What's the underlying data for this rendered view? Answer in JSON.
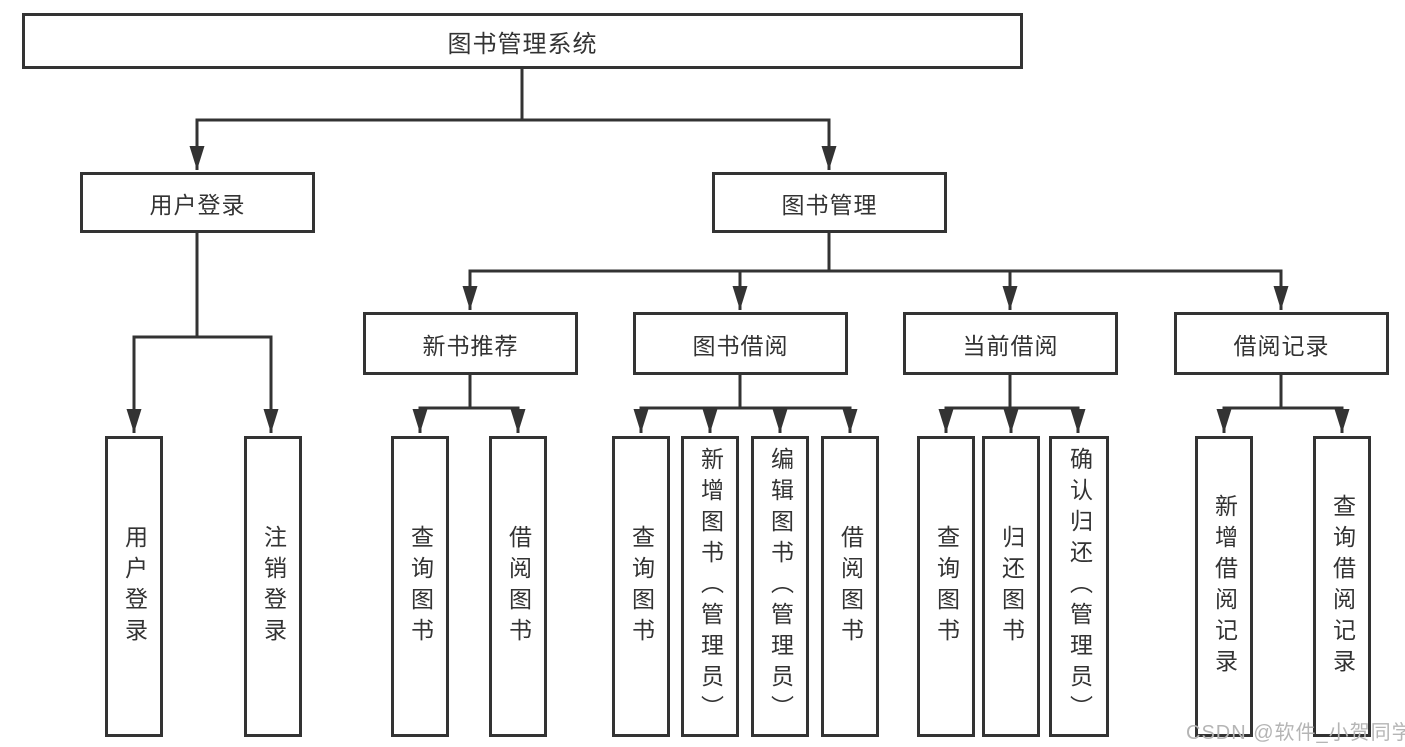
{
  "diagram": {
    "watermark": "CSDN @软件_小贺同学",
    "colors": {
      "line": "#333333",
      "text": "#333333",
      "watermark": "#b5b5b5",
      "background": "#ffffff"
    },
    "tree": {
      "label": "图书管理系统",
      "children": [
        {
          "label": "用户登录",
          "children": [
            {
              "label": "用户登录"
            },
            {
              "label": "注销登录"
            }
          ]
        },
        {
          "label": "图书管理",
          "children": [
            {
              "label": "新书推荐",
              "children": [
                {
                  "label": "查询图书"
                },
                {
                  "label": "借阅图书"
                }
              ]
            },
            {
              "label": "图书借阅",
              "children": [
                {
                  "label": "查询图书"
                },
                {
                  "label": "新增图书（管理员）"
                },
                {
                  "label": "编辑图书（管理员）"
                },
                {
                  "label": "借阅图书"
                }
              ]
            },
            {
              "label": "当前借阅",
              "children": [
                {
                  "label": "查询图书"
                },
                {
                  "label": "归还图书"
                },
                {
                  "label": "确认归还（管理员）"
                }
              ]
            },
            {
              "label": "借阅记录",
              "children": [
                {
                  "label": "新增借阅记录"
                },
                {
                  "label": "查询借阅记录"
                }
              ]
            }
          ]
        }
      ]
    }
  }
}
